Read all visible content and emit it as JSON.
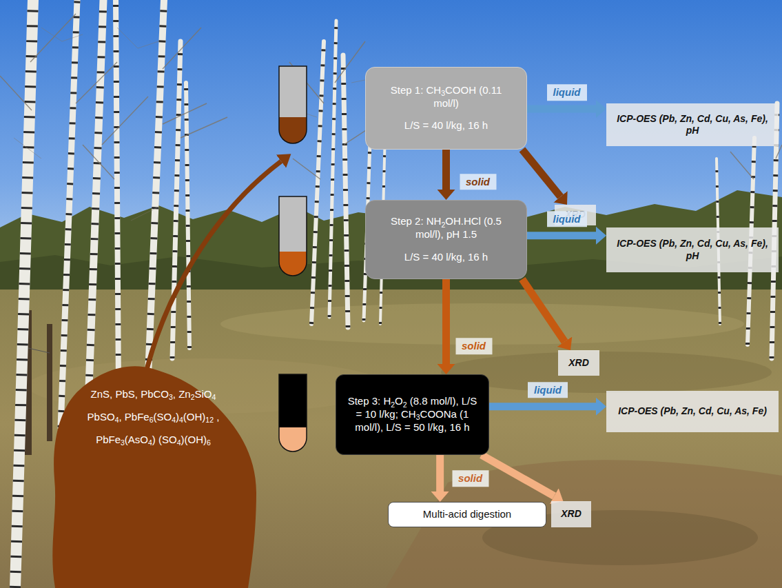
{
  "diagram": {
    "nodes": [
      {
        "text": [
          "Step 1: CH3COOH (0.11 mol/l)",
          "L/S = 40 l/kg, 16 h"
        ]
      },
      {
        "text": [
          "ICP-OES (Pb, Zn, Cd, Cu, As, Fe), pH"
        ]
      },
      {
        "text": [
          "XRD"
        ]
      },
      {
        "text": [
          "Step 2: NH2OH.HCl (0.5 mol/l), pH 1.5",
          "L/S = 40 l/kg, 16 h"
        ]
      },
      {
        "text": [
          "ICP-OES (Pb, Zn, Cd, Cu, As, Fe), pH"
        ]
      },
      {
        "text": [
          "XRD"
        ]
      },
      {
        "text": [
          "Step 3: H2O2 (8.8 mol/l), L/S = 10 l/kg; CH3COONa (1 mol/l), L/S = 50 l/kg, 16 h"
        ]
      },
      {
        "text": [
          "ICP-OES (Pb, Zn, Cd, Cu, As, Fe)"
        ]
      },
      {
        "text": [
          "XRD"
        ]
      },
      {
        "text": [
          "Multi-acid digestion"
        ]
      },
      {
        "text": [
          "ZnS, PbS, PbCO3, Zn2SiO4 PbSO4, PbFe6(SO4)4(OH)12 , PbFe3(AsO4) (SO4)(OH)6"
        ]
      }
    ],
    "edges": [
      {
        "from": 0,
        "to": 1,
        "label": "liquid",
        "arrow": "to"
      },
      {
        "from": 0,
        "to": 3,
        "label": "solid",
        "arrow": "to"
      },
      {
        "from": 0,
        "to": 2,
        "arrow": "to"
      },
      {
        "from": 3,
        "to": 4,
        "label": "liquid",
        "arrow": "to"
      },
      {
        "from": 3,
        "to": 6,
        "label": "solid",
        "arrow": "to"
      },
      {
        "from": 3,
        "to": 5,
        "arrow": "to"
      },
      {
        "from": 6,
        "to": 7,
        "label": "liquid",
        "arrow": "to"
      },
      {
        "from": 6,
        "to": 9,
        "label": "solid",
        "arrow": "to"
      },
      {
        "from": 6,
        "to": 8,
        "arrow": "to"
      }
    ]
  }
}
